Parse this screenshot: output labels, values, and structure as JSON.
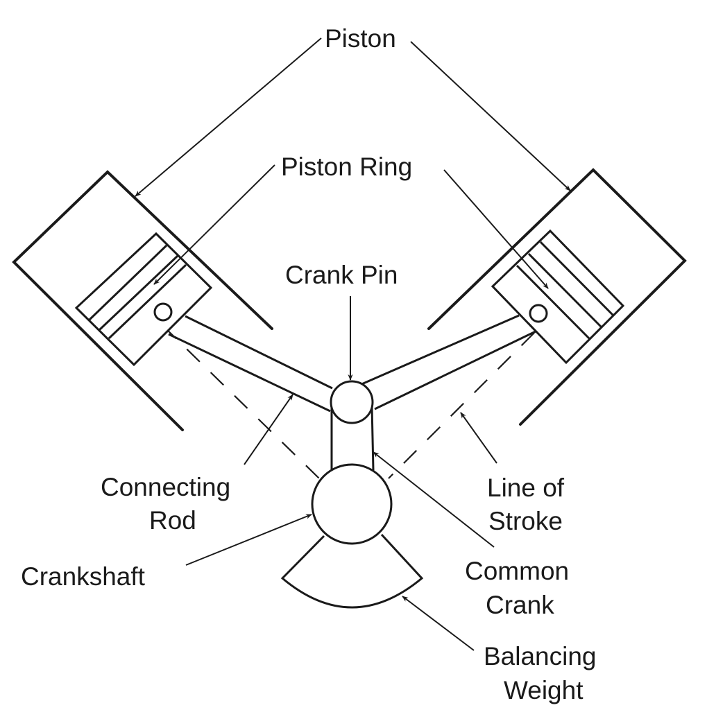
{
  "title": "V-type two-cylinder engine with common crank",
  "labels": {
    "piston": "Piston",
    "piston_ring": "Piston Ring",
    "crank_pin": "Crank Pin",
    "connecting_rod": [
      "Connecting",
      "Rod"
    ],
    "line_of_stroke": [
      "Line of",
      "Stroke"
    ],
    "crankshaft": "Crankshaft",
    "common_crank": [
      "Common",
      "Crank"
    ],
    "balancing_weight": [
      "Balancing",
      "Weight"
    ]
  },
  "colors": {
    "ink": "#1a1a1a",
    "background": "#ffffff"
  }
}
